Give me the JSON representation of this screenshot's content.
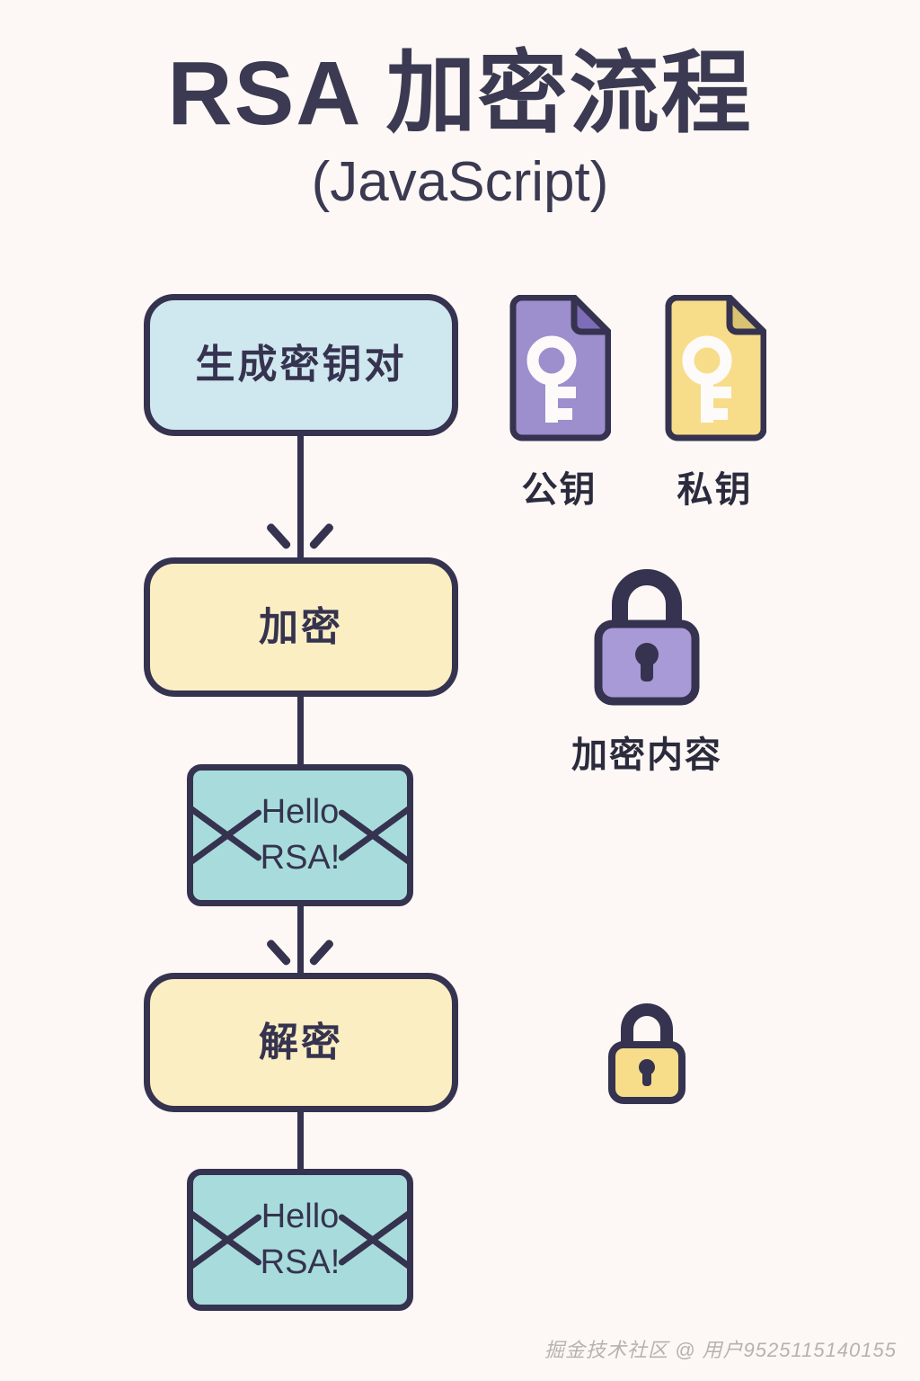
{
  "header": {
    "title": "RSA 加密流程",
    "subtitle": "(JavaScript)"
  },
  "flow": {
    "steps": [
      {
        "id": "keygen",
        "label": "生成密钥对",
        "fill": "#cfe7ee"
      },
      {
        "id": "encrypt",
        "label": "加密",
        "fill": "#fbeec2"
      },
      {
        "id": "decrypt",
        "label": "解密",
        "fill": "#fbeec2"
      }
    ],
    "messages": [
      {
        "id": "ciphertext-envelope",
        "line1": "Hello",
        "line2": "RSA!",
        "fill": "#a8dcdc"
      },
      {
        "id": "plaintext-envelope",
        "line1": "Hello",
        "line2": "RSA!",
        "fill": "#a8dcdc"
      }
    ]
  },
  "keys": [
    {
      "id": "public-key",
      "label": "公钥",
      "icon": "key-document-icon",
      "fill": "#9d8ecd"
    },
    {
      "id": "private-key",
      "label": "私钥",
      "icon": "key-document-icon",
      "fill": "#f7dd8a"
    }
  ],
  "locks": [
    {
      "id": "encrypted-content",
      "label": "加密内容",
      "icon": "padlock-closed-icon",
      "fill": "#a79ad6"
    },
    {
      "id": "decrypt-lock",
      "label": "",
      "icon": "padlock-closed-icon",
      "fill": "#f7dd8a"
    }
  ],
  "colors": {
    "background": "#fdf8f5",
    "stroke": "#35334f",
    "text": "#2b2b3d",
    "cyan": "#cfe7ee",
    "teal": "#a8dcdc",
    "yellow": "#fbeec2",
    "purple": "#9d8ecd",
    "gold": "#f7dd8a"
  },
  "watermark": "掘金技术社区 @ 用户9525115140155"
}
